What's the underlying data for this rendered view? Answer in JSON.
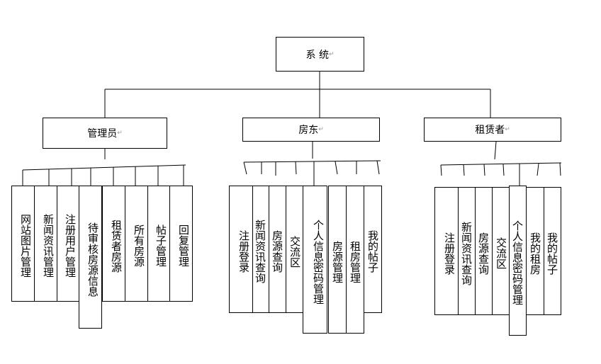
{
  "root": {
    "label": "系 统"
  },
  "groups": [
    {
      "label": "管理员",
      "items": [
        "网站图片管理",
        "新闻资讯管理",
        "注册用户管理",
        "待审核房源信息",
        "租赁者房源",
        "所有房源",
        "帖子管理",
        "回复管理"
      ]
    },
    {
      "label": "房东",
      "items": [
        "注册登录",
        "新闻资讯查询",
        "房源查询",
        "交流区",
        "个人信息密码管理",
        "房源管理",
        "租房管理",
        "我的帖子"
      ]
    },
    {
      "label": "租赁者",
      "items": [
        "注册登录",
        "新闻资讯查询",
        "房源查询",
        "交流区",
        "个人信息密码管理",
        "我的租房",
        "我的帖子"
      ]
    }
  ]
}
